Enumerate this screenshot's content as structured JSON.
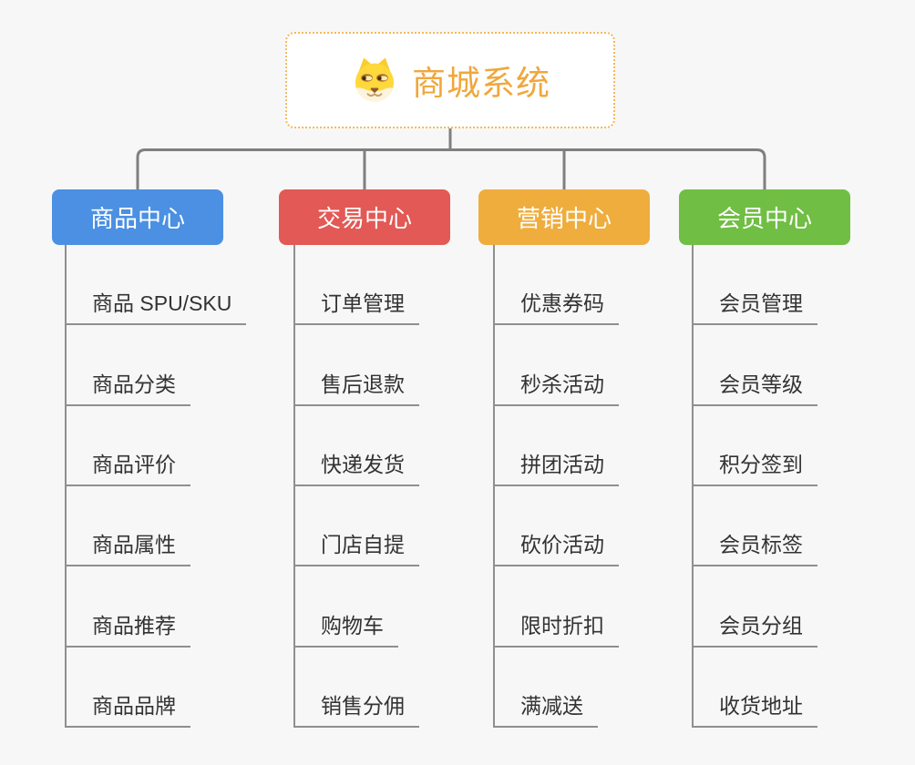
{
  "page": {
    "background_color": "#f7f7f7",
    "connector_color": "#7f7f7f",
    "leaf_line_color": "#8f8f8f",
    "leaf_text_color": "#333333"
  },
  "root": {
    "title": "商城系统",
    "title_color": "#f0a73c",
    "border_color": "#f2b95c",
    "icon": "doge-icon"
  },
  "branches": [
    {
      "label": "商品中心",
      "color": "#4b90e2",
      "children": [
        "商品 SPU/SKU",
        "商品分类",
        "商品评价",
        "商品属性",
        "商品推荐",
        "商品品牌"
      ]
    },
    {
      "label": "交易中心",
      "color": "#e25955",
      "children": [
        "订单管理",
        "售后退款",
        "快递发货",
        "门店自提",
        "购物车",
        "销售分佣"
      ]
    },
    {
      "label": "营销中心",
      "color": "#efad3e",
      "children": [
        "优惠券码",
        "秒杀活动",
        "拼团活动",
        "砍价活动",
        "限时折扣",
        "满减送"
      ]
    },
    {
      "label": "会员中心",
      "color": "#70be44",
      "children": [
        "会员管理",
        "会员等级",
        "积分签到",
        "会员标签",
        "会员分组",
        "收货地址"
      ]
    }
  ]
}
